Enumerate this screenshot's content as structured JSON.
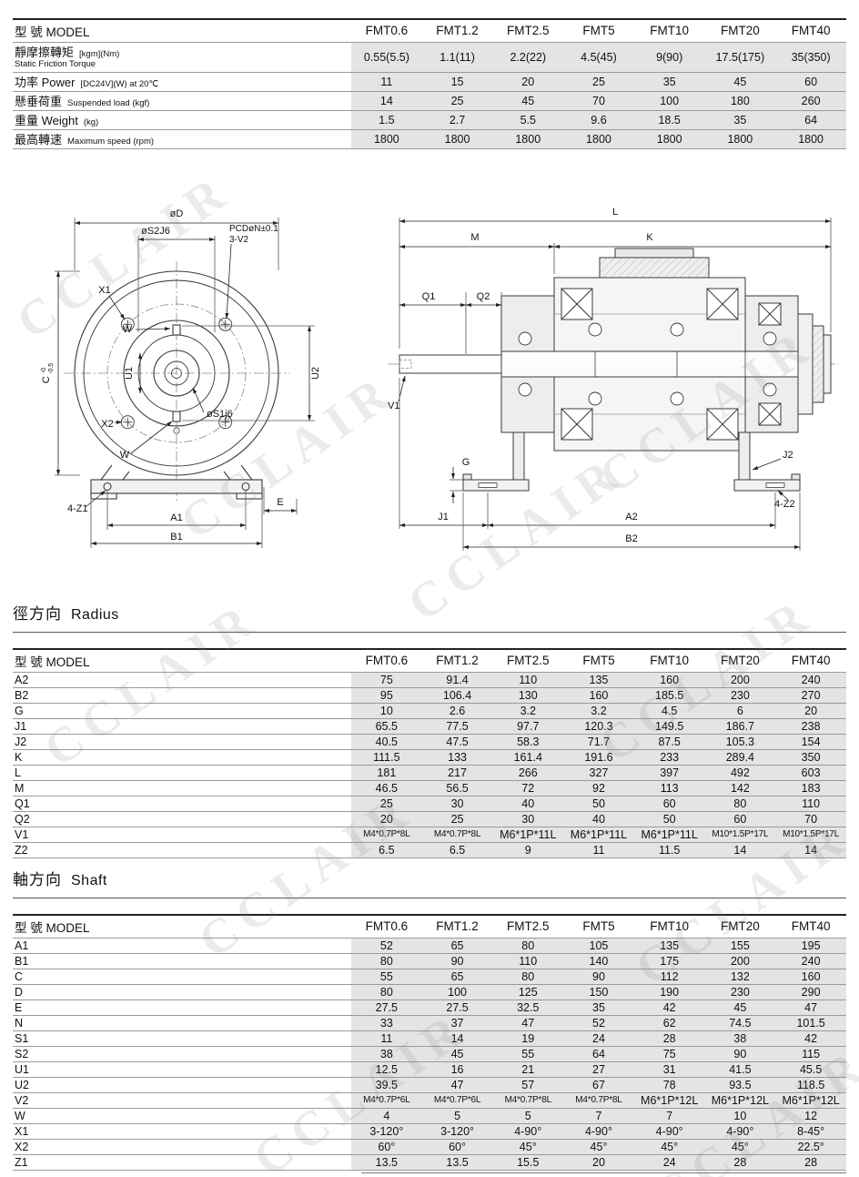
{
  "watermark_text": "CCLAIR",
  "model_header_label": "型 號 MODEL",
  "models": [
    "FMT0.6",
    "FMT1.2",
    "FMT2.5",
    "FMT5",
    "FMT10",
    "FMT20",
    "FMT40"
  ],
  "spec": {
    "rows": [
      {
        "zh": "靜摩擦轉矩",
        "unit": "[kgm](Nm)",
        "en2": "Static Friction Torque",
        "values": [
          "0.55(5.5)",
          "1.1(11)",
          "2.2(22)",
          "4.5(45)",
          "9(90)",
          "17.5(175)",
          "35(350)"
        ]
      },
      {
        "zh": "功率 Power",
        "unit": "[DC24V](W) at 20℃",
        "values": [
          "11",
          "15",
          "20",
          "25",
          "35",
          "45",
          "60"
        ]
      },
      {
        "zh": "懸垂荷重",
        "unit": "Suspended load (kgf)",
        "values": [
          "14",
          "25",
          "45",
          "70",
          "100",
          "180",
          "260"
        ]
      },
      {
        "zh": "重量 Weight",
        "unit": "(kg)",
        "values": [
          "1.5",
          "2.7",
          "5.5",
          "9.6",
          "18.5",
          "35",
          "64"
        ]
      },
      {
        "zh": "最高轉速",
        "unit": "Maximum speed (rpm)",
        "values": [
          "1800",
          "1800",
          "1800",
          "1800",
          "1800",
          "1800",
          "1800"
        ]
      }
    ]
  },
  "radius": {
    "title_zh": "徑方向",
    "title_en": "Radius",
    "rows": [
      {
        "label": "A2",
        "values": [
          "75",
          "91.4",
          "110",
          "135",
          "160",
          "200",
          "240"
        ]
      },
      {
        "label": "B2",
        "values": [
          "95",
          "106.4",
          "130",
          "160",
          "185.5",
          "230",
          "270"
        ]
      },
      {
        "label": "G",
        "values": [
          "10",
          "2.6",
          "3.2",
          "3.2",
          "4.5",
          "6",
          "20"
        ]
      },
      {
        "label": "J1",
        "values": [
          "65.5",
          "77.5",
          "97.7",
          "120.3",
          "149.5",
          "186.7",
          "238"
        ]
      },
      {
        "label": "J2",
        "values": [
          "40.5",
          "47.5",
          "58.3",
          "71.7",
          "87.5",
          "105.3",
          "154"
        ]
      },
      {
        "label": "K",
        "values": [
          "111.5",
          "133",
          "161.4",
          "191.6",
          "233",
          "289.4",
          "350"
        ]
      },
      {
        "label": "L",
        "values": [
          "181",
          "217",
          "266",
          "327",
          "397",
          "492",
          "603"
        ]
      },
      {
        "label": "M",
        "values": [
          "46.5",
          "56.5",
          "72",
          "92",
          "113",
          "142",
          "183"
        ]
      },
      {
        "label": "Q1",
        "values": [
          "25",
          "30",
          "40",
          "50",
          "60",
          "80",
          "110"
        ]
      },
      {
        "label": "Q2",
        "values": [
          "20",
          "25",
          "30",
          "40",
          "50",
          "60",
          "70"
        ]
      },
      {
        "label": "V1",
        "values": [
          "M4*0.7P*8L",
          "M4*0.7P*8L",
          "M6*1P*11L",
          "M6*1P*11L",
          "M6*1P*11L",
          "M10*1.5P*17L",
          "M10*1.5P*17L"
        ]
      },
      {
        "label": "Z2",
        "values": [
          "6.5",
          "6.5",
          "9",
          "11",
          "11.5",
          "14",
          "14"
        ]
      }
    ]
  },
  "shaft": {
    "title_zh": "軸方向",
    "title_en": "Shaft",
    "rows": [
      {
        "label": "A1",
        "values": [
          "52",
          "65",
          "80",
          "105",
          "135",
          "155",
          "195"
        ]
      },
      {
        "label": "B1",
        "values": [
          "80",
          "90",
          "110",
          "140",
          "175",
          "200",
          "240"
        ]
      },
      {
        "label": "C",
        "values": [
          "55",
          "65",
          "80",
          "90",
          "112",
          "132",
          "160"
        ]
      },
      {
        "label": "D",
        "values": [
          "80",
          "100",
          "125",
          "150",
          "190",
          "230",
          "290"
        ]
      },
      {
        "label": "E",
        "values": [
          "27.5",
          "27.5",
          "32.5",
          "35",
          "42",
          "45",
          "47"
        ]
      },
      {
        "label": "N",
        "values": [
          "33",
          "37",
          "47",
          "52",
          "62",
          "74.5",
          "101.5"
        ]
      },
      {
        "label": "S1",
        "values": [
          "11",
          "14",
          "19",
          "24",
          "28",
          "38",
          "42"
        ]
      },
      {
        "label": "S2",
        "values": [
          "38",
          "45",
          "55",
          "64",
          "75",
          "90",
          "115"
        ]
      },
      {
        "label": "U1",
        "values": [
          "12.5",
          "16",
          "21",
          "27",
          "31",
          "41.5",
          "45.5"
        ]
      },
      {
        "label": "U2",
        "values": [
          "39.5",
          "47",
          "57",
          "67",
          "78",
          "93.5",
          "118.5"
        ]
      },
      {
        "label": "V2",
        "values": [
          "M4*0.7P*6L",
          "M4*0.7P*6L",
          "M4*0.7P*8L",
          "M4*0.7P*8L",
          "M6*1P*12L",
          "M6*1P*12L",
          "M6*1P*12L"
        ]
      },
      {
        "label": "W",
        "values": [
          "4",
          "5",
          "5",
          "7",
          "7",
          "10",
          "12"
        ]
      },
      {
        "label": "X1",
        "values": [
          "3-120°",
          "3-120°",
          "4-90°",
          "4-90°",
          "4-90°",
          "4-90°",
          "8-45°"
        ]
      },
      {
        "label": "X2",
        "values": [
          "60°",
          "60°",
          "45°",
          "45°",
          "45°",
          "45°",
          "22.5°"
        ]
      },
      {
        "label": "Z1",
        "values": [
          "13.5",
          "13.5",
          "15.5",
          "20",
          "24",
          "28",
          "28"
        ]
      }
    ]
  },
  "front": {
    "od": "øD",
    "s2": "øS2J6",
    "pcd": "PCDøN±0.1",
    "v2_holes": "3-V2",
    "x1": "X1",
    "w_top": "W",
    "u1": "U1",
    "u2": "U2",
    "x2": "X2",
    "s1": "øS1j6",
    "c": "C",
    "c_tol_upper": "-0",
    "c_tol_lower": "-0.5",
    "z1_holes": "4-Z1",
    "e": "E",
    "w_bottom": "W",
    "a1": "A1",
    "b1": "B1"
  },
  "side": {
    "l": "L",
    "m": "M",
    "k": "K",
    "q1": "Q1",
    "q2": "Q2",
    "v1": "V1",
    "g": "G",
    "j1": "J1",
    "j2": "J2",
    "z2_holes": "4-Z2",
    "a2": "A2",
    "b2": "B2"
  }
}
